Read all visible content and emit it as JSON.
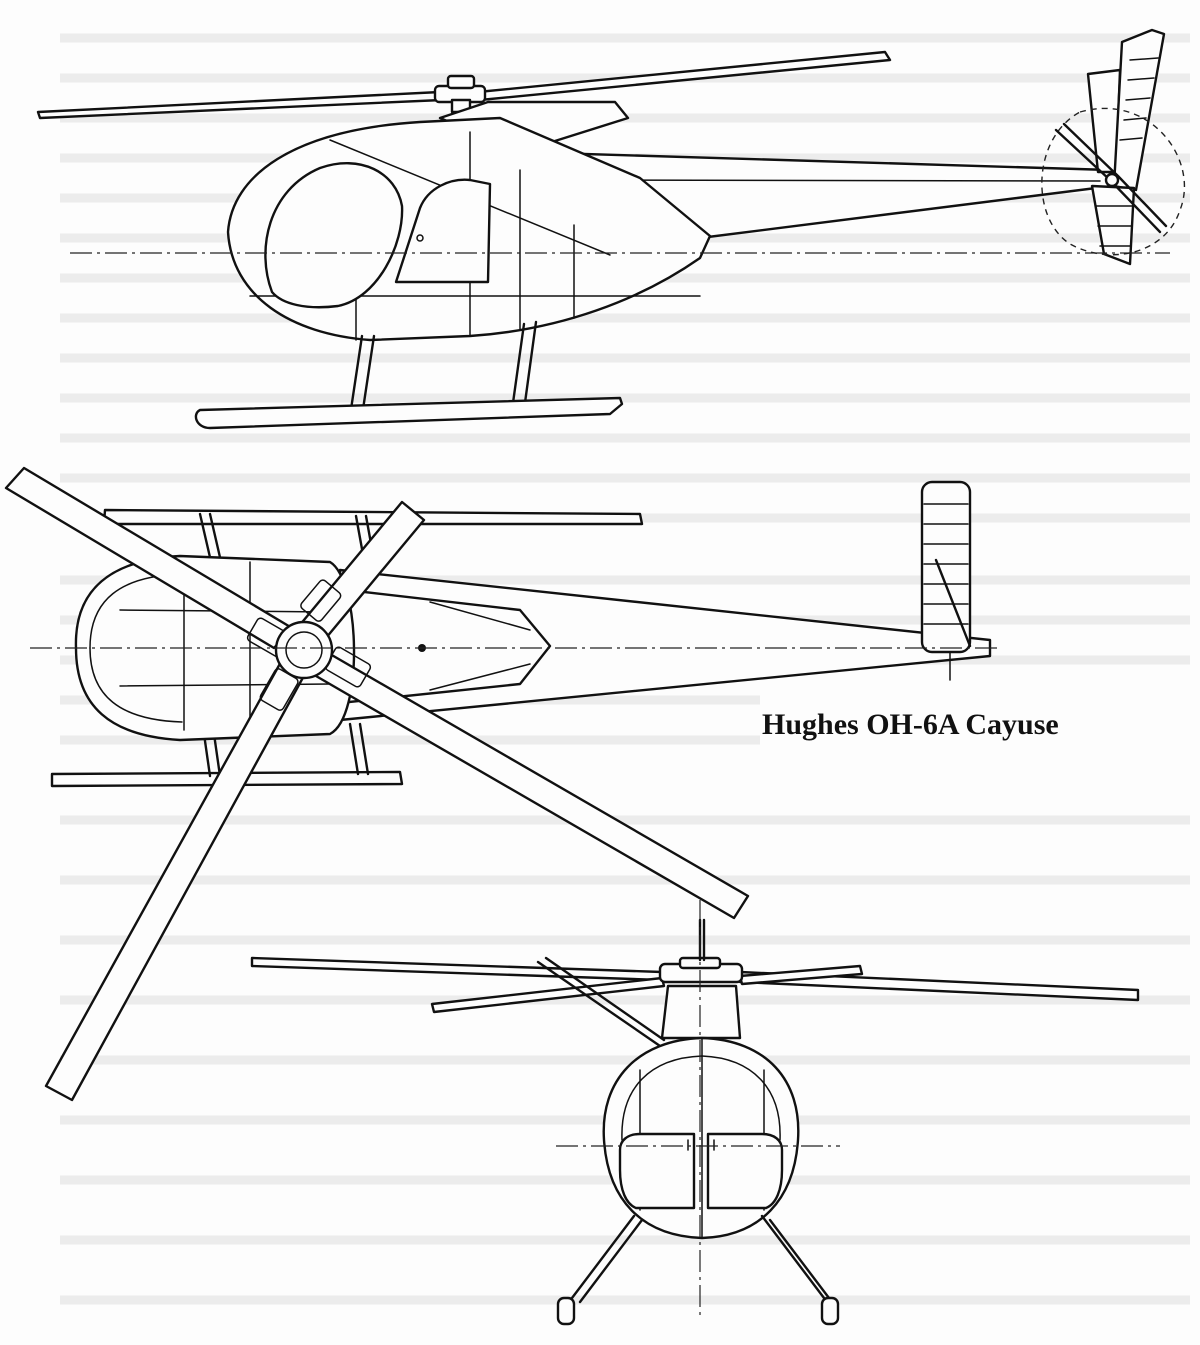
{
  "figure": {
    "caption": "Hughes OH-6A Cayuse"
  },
  "views": [
    "side-view",
    "top-view",
    "front-view"
  ]
}
